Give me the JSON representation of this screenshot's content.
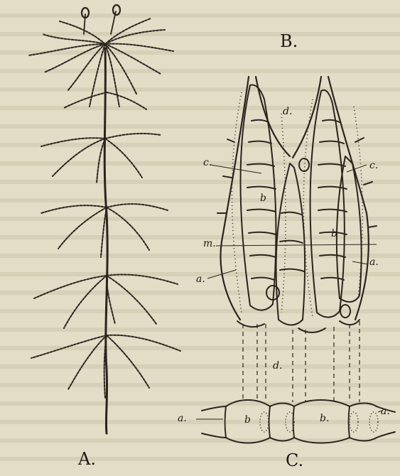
{
  "figure": {
    "panel_a": "A.",
    "panel_b": "B.",
    "panel_c": "C.",
    "labels": {
      "a": "a.",
      "b": "b",
      "b_cross": "b.",
      "c": "c.",
      "d": "d.",
      "m": "m."
    }
  },
  "colors": {
    "paper": "#e3dcc6",
    "ink": "#2a241e",
    "text_ghost": "#cfc7ae"
  }
}
